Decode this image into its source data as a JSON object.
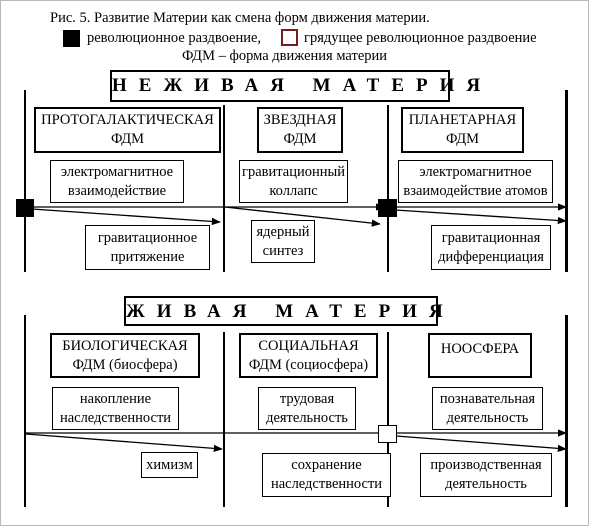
{
  "caption": {
    "title": "Рис. 5. Развитие Материи как смена форм движения материи.",
    "legend_revolutionary": "революционное раздвоение,",
    "legend_upcoming": "грядущее революционное раздвоение",
    "legend_fdm": "ФДМ – форма движения материи"
  },
  "nonliving": {
    "header": "НЕЖИВАЯ МАТЕРИЯ",
    "stages": [
      {
        "line1": "ПРОТОГАЛАКТИЧЕСКАЯ",
        "line2": "ФДМ"
      },
      {
        "line1": "ЗВЕЗДНАЯ",
        "line2": "ФДМ"
      },
      {
        "line1": "ПЛАНЕТАРНАЯ",
        "line2": "ФДМ"
      }
    ],
    "processes": [
      {
        "line1": "электромагнитное",
        "line2": "взаимодействие"
      },
      {
        "line1": "гравитационное",
        "line2": "притяжение"
      },
      {
        "line1": "гравитационный",
        "line2": "коллапс"
      },
      {
        "line1": "ядерный",
        "line2": "синтез"
      },
      {
        "line1": "электромагнитное",
        "line2": "взаимодействие атомов"
      },
      {
        "line1": "гравитационная",
        "line2": "дифференциация"
      }
    ]
  },
  "living": {
    "header": "ЖИВАЯ МАТЕРИЯ",
    "stages": [
      {
        "line1": "БИОЛОГИЧЕСКАЯ",
        "line2": "ФДМ (биосфера)"
      },
      {
        "line1": "СОЦИАЛЬНАЯ",
        "line2": "ФДМ (социосфера)"
      },
      {
        "line1": "НООСФЕРА",
        "line2": ""
      }
    ],
    "processes": [
      {
        "line1": "накопление",
        "line2": "наследственности"
      },
      {
        "line1": "химизм",
        "line2": ""
      },
      {
        "line1": "трудовая",
        "line2": "деятельность"
      },
      {
        "line1": "сохранение",
        "line2": "наследственности"
      },
      {
        "line1": "познавательная",
        "line2": "деятельность"
      },
      {
        "line1": "производственная",
        "line2": "деятельность"
      }
    ]
  },
  "colors": {
    "line": "#000000",
    "background": "#ffffff",
    "frame": "#b8b8b8"
  }
}
